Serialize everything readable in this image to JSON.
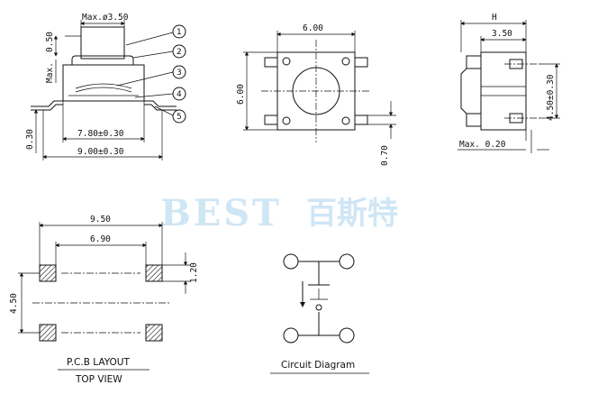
{
  "watermark": {
    "brand": "BEST",
    "chinese": "百斯特"
  },
  "side_view": {
    "dims": {
      "max_diameter": "Max.ø3.50",
      "height": "0.50",
      "max": "Max.",
      "body_width": "7.80±0.30",
      "overall_width": "9.00±0.30",
      "lead_thickness": "0.30"
    },
    "callouts": [
      "1",
      "2",
      "3",
      "4",
      "5"
    ]
  },
  "top_view": {
    "dims": {
      "width": "6.00",
      "height": "6.00",
      "pin": "0.70"
    }
  },
  "end_view": {
    "dims": {
      "height_label": "H",
      "body": "3.50",
      "pitch": "4.50±0.30",
      "max": "Max. 0.20"
    }
  },
  "pcb_layout": {
    "dims": {
      "outer": "9.50",
      "inner": "6.90",
      "pad": "1.20",
      "pitch": "4.50"
    },
    "title": "P.C.B LAYOUT",
    "subtitle": "TOP VIEW"
  },
  "circuit": {
    "title": "Circuit Diagram"
  }
}
